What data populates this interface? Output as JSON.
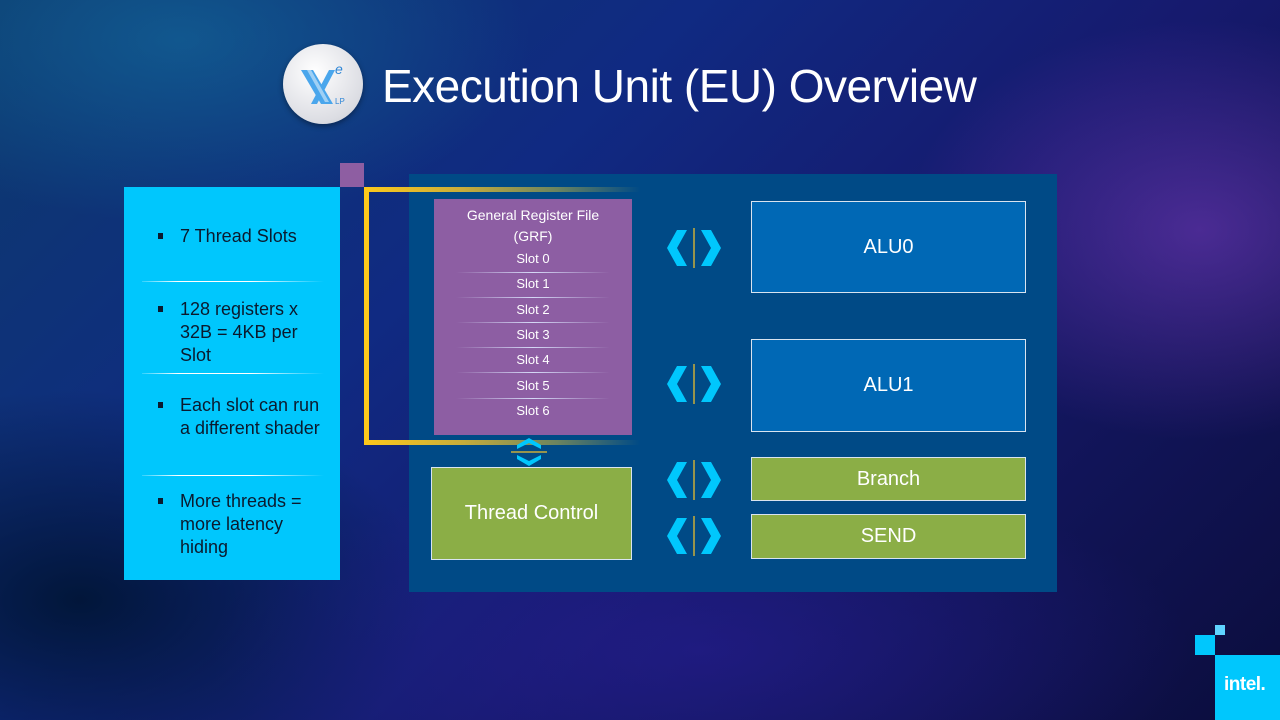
{
  "slide": {
    "title": "Execution Unit (EU) Overview",
    "logo": {
      "main": "X",
      "superscript": "e",
      "subscript": "LP",
      "icon": "xe-lp-logo-icon"
    }
  },
  "info_panel": {
    "bullets": [
      {
        "text": "7 Thread Slots"
      },
      {
        "text": "128 registers x 32B = 4KB per Slot"
      },
      {
        "text": "Each slot can run a different shader"
      },
      {
        "text": "More threads = more latency hiding"
      }
    ]
  },
  "diagram": {
    "grf": {
      "title_line1": "General Register File",
      "title_line2": "(GRF)",
      "slots": [
        "Slot 0",
        "Slot 1",
        "Slot 2",
        "Slot 3",
        "Slot 4",
        "Slot 5",
        "Slot 6"
      ]
    },
    "thread_control": "Thread Control",
    "units": {
      "alu0": "ALU0",
      "alu1": "ALU1",
      "branch": "Branch",
      "send": "SEND"
    },
    "colors": {
      "info_panel": "#00c7fd",
      "eu_panel": "#004a86",
      "grf": "#8d5ea3",
      "alu": "#0068b5",
      "green_unit": "#8bae46",
      "bracket": "#fec91b",
      "arrow": "#00c7fd"
    }
  },
  "brand": {
    "name": "intel."
  }
}
